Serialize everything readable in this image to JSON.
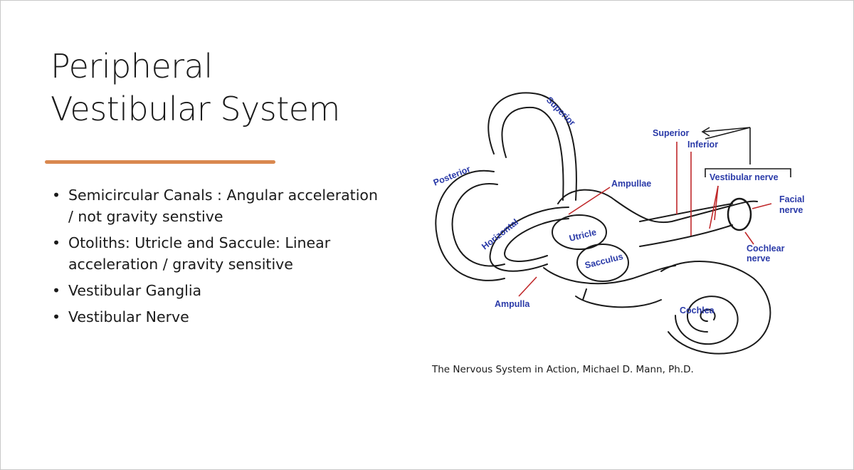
{
  "slide": {
    "title_line1": "Peripheral",
    "title_line2": "Vestibular System",
    "accent_color": "#d9884f",
    "bullets": [
      "Semicircular Canals : Angular acceleration / not gravity senstive",
      "Otoliths: Utricle and Saccule: Linear acceleration / gravity sensitive",
      "Vestibular Ganglia",
      "Vestibular Nerve"
    ],
    "bullet_glyph": "•"
  },
  "diagram": {
    "labels": {
      "superior_canal": "Superior",
      "posterior_canal": "Posterior",
      "horizontal_canal": "Horizontal",
      "ampullae": "Ampullae",
      "utricle": "Utricle",
      "sacculus": "Sacculus",
      "ampulla": "Ampulla",
      "cochlea": "Cochlea",
      "superior_nerve": "Superior",
      "inferior_nerve": "Inferior",
      "vestibular_nerve": "Vestibular nerve",
      "facial_nerve_1": "Facial",
      "facial_nerve_2": "nerve",
      "cochlear_nerve_1": "Cochlear",
      "cochlear_nerve_2": "nerve"
    },
    "label_color": "#2a3aa8",
    "pointer_color": "#c0282a"
  },
  "caption": "The Nervous System in Action, Michael D. Mann, Ph.D."
}
